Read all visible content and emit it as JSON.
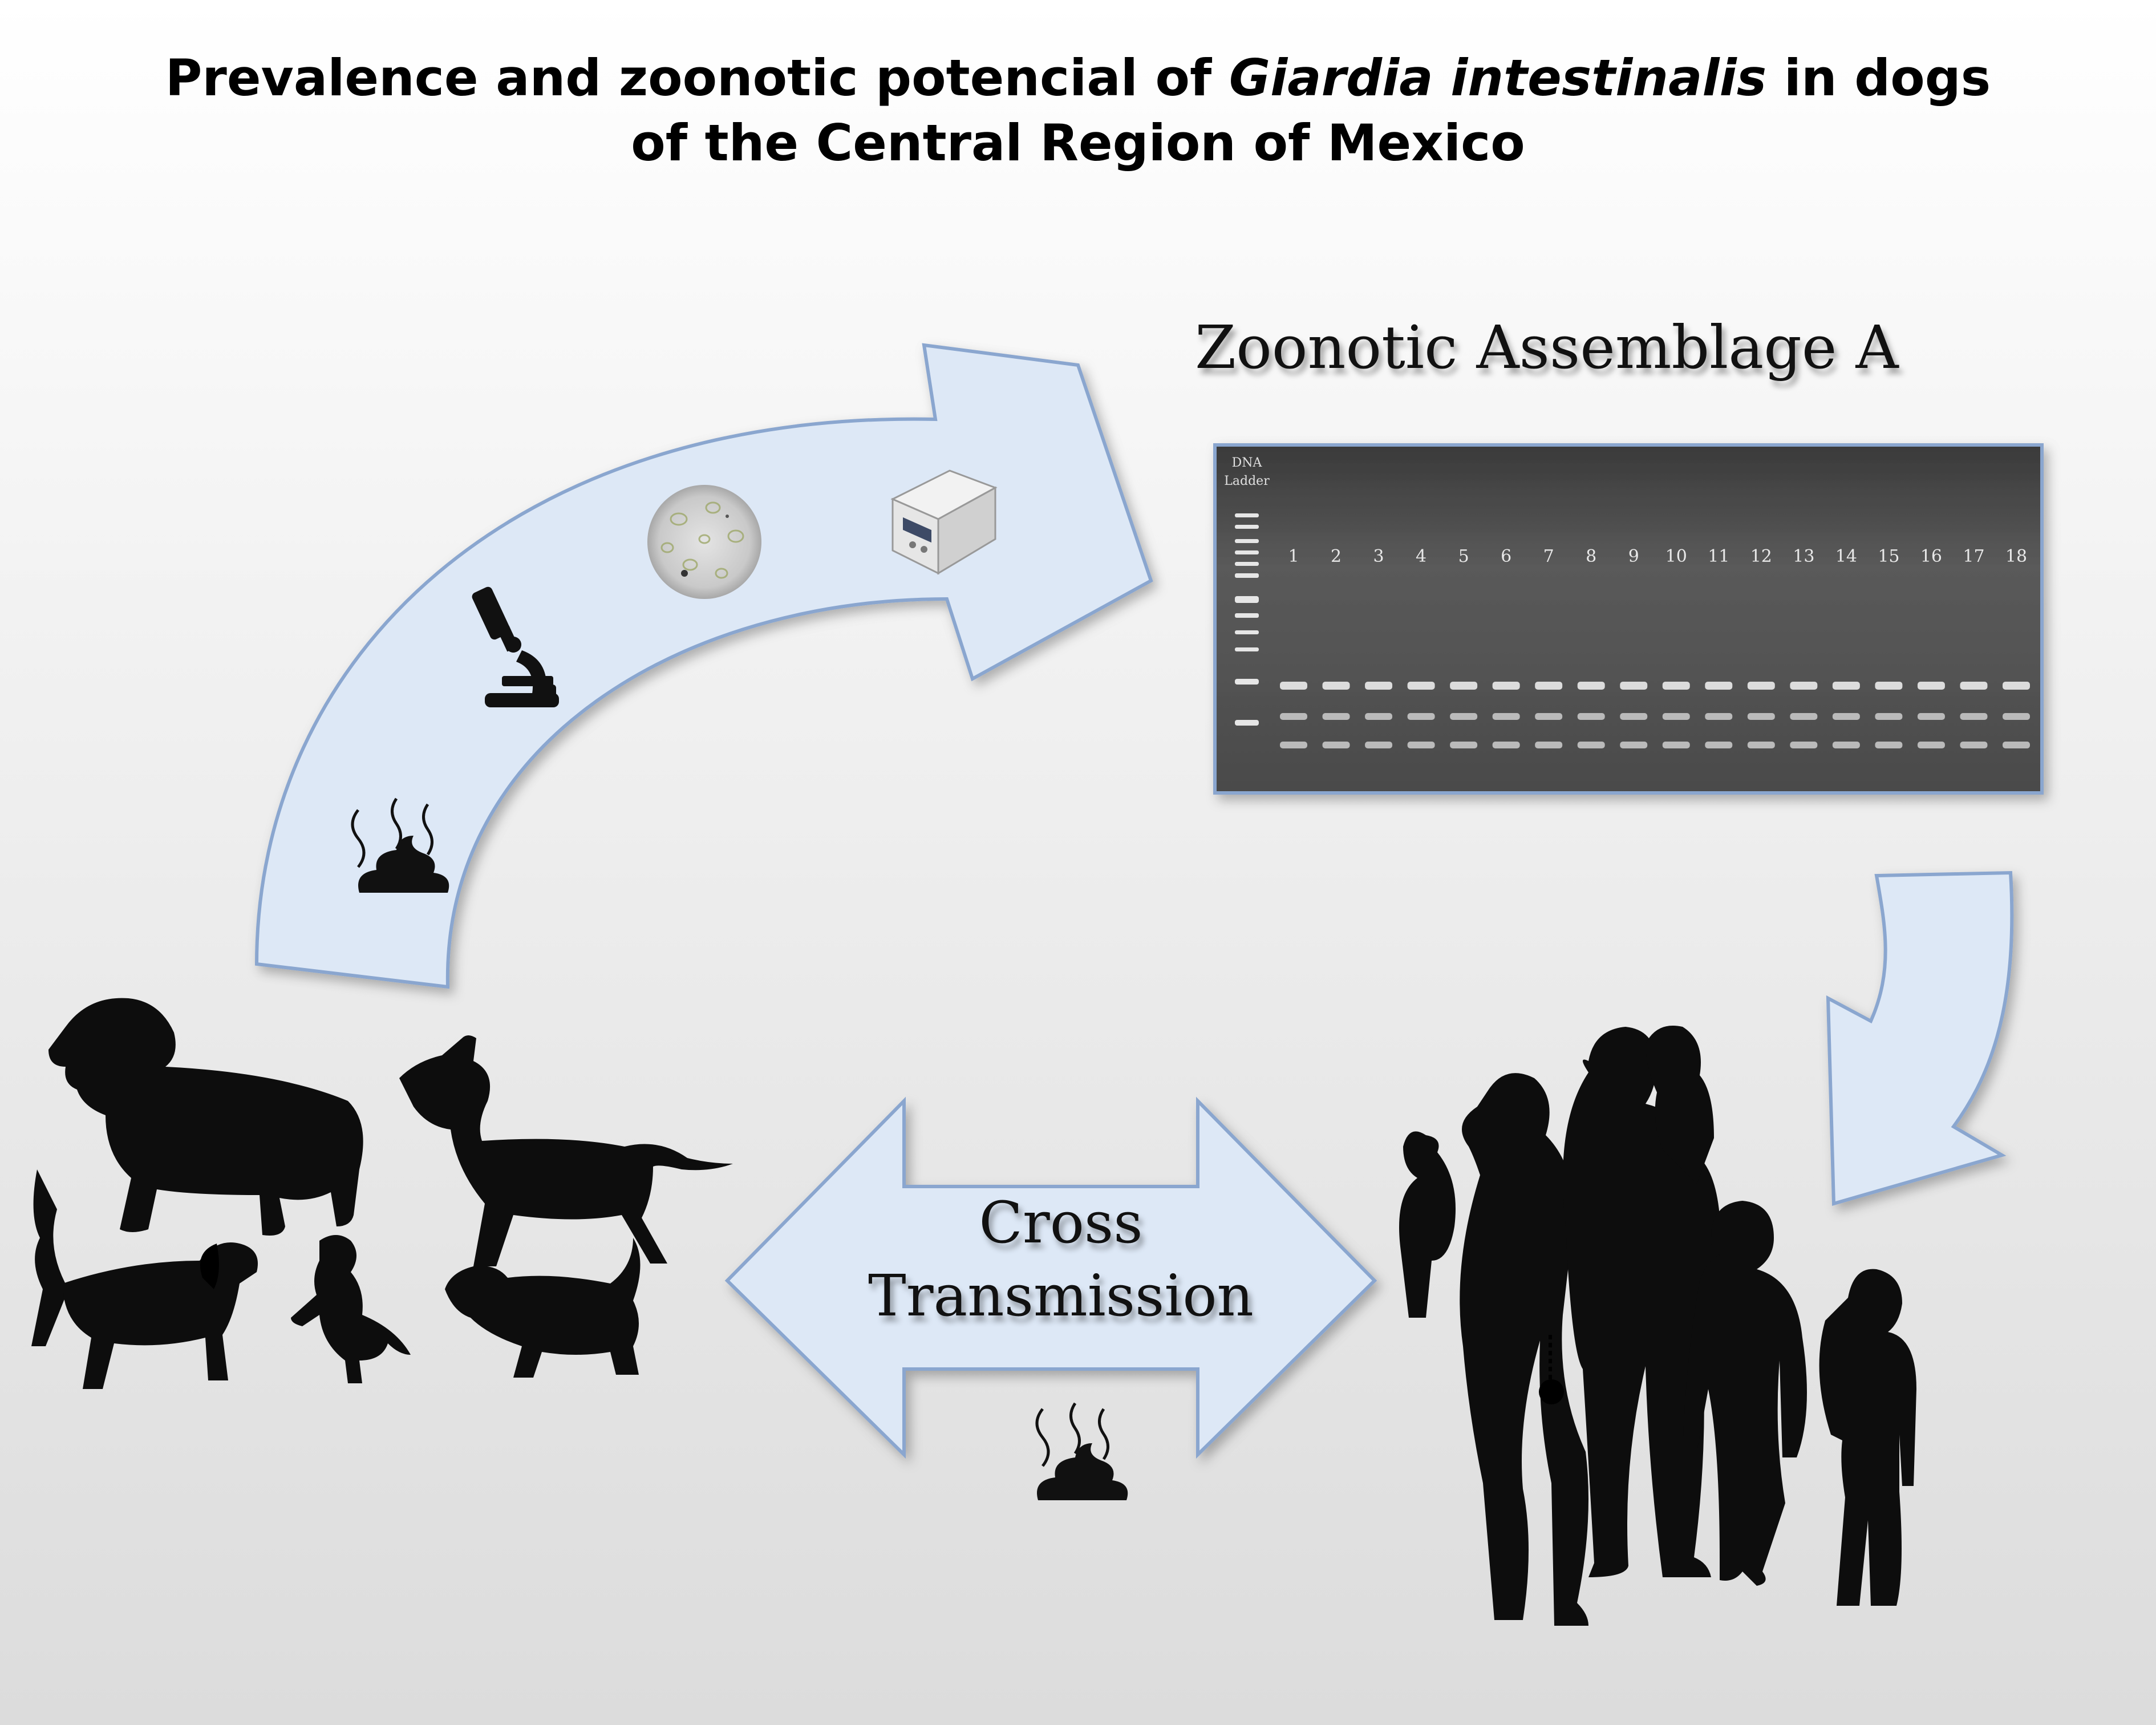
{
  "title": {
    "line1_prefix": "Prevalence and zoonotic potencial of ",
    "line1_italic": "Giardia intestinalis",
    "line1_suffix": " in dogs",
    "line2": "of the Central Region of Mexico"
  },
  "assemblage_label": "Zoonotic Assemblage A",
  "gel": {
    "ladder_label_line1": "DNA",
    "ladder_label_line2": "Ladder",
    "lanes": [
      "1",
      "2",
      "3",
      "4",
      "5",
      "6",
      "7",
      "8",
      "9",
      "10",
      "11",
      "12",
      "13",
      "14",
      "15",
      "16",
      "17",
      "18"
    ]
  },
  "cross_transmission": {
    "line1": "Cross",
    "line2": "Transmission"
  },
  "icons": [
    "feces-icon",
    "microscope-icon",
    "cyst-microscopy-icon",
    "pcr-thermocycler-icon",
    "dog-silhouette-icon",
    "family-silhouette-icon"
  ],
  "colors": {
    "arrow_fill": "#dde8f6",
    "arrow_stroke": "#8aa6cf",
    "gel_background": "#4a4a4a",
    "gel_band": "#e8e8e8"
  }
}
